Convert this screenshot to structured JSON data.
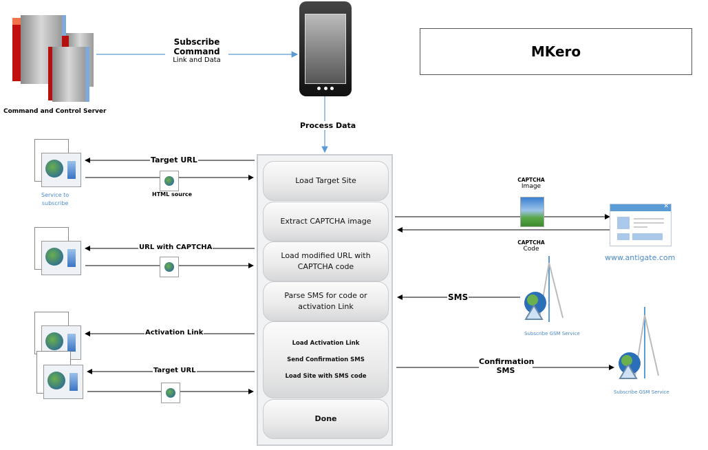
{
  "title": "MKero",
  "server": {
    "label": "Command and Control Server"
  },
  "subscribe": {
    "title_line1": "Subscribe",
    "title_line2": "Command",
    "subtitle": "Link and Data"
  },
  "phone": {
    "process_label": "Process Data"
  },
  "left_flows": [
    {
      "service_label_line1": "Service to",
      "service_label_line2": "subscribe",
      "out_label": "Target URL",
      "in_label": "HTML source"
    },
    {
      "out_label": "URL with CAPTCHA"
    },
    {
      "out_label": "Activation Link"
    },
    {
      "out_label": "Target URL"
    }
  ],
  "steps": [
    {
      "lines": [
        "Load Target Site"
      ]
    },
    {
      "lines": [
        "Extract CAPTCHA image"
      ]
    },
    {
      "lines": [
        "Load modified URL with",
        "CAPTCHA code"
      ]
    },
    {
      "lines": [
        "Parse SMS for code or",
        "activation Link"
      ]
    },
    {
      "lines": [
        "Load Activation Link",
        "Send Confirmation SMS",
        "Load Site with SMS code"
      ]
    },
    {
      "lines": [
        "Done"
      ]
    }
  ],
  "captcha": {
    "image_label_line1": "CAPTCHA",
    "image_label_line2": "Image",
    "code_label_line1": "CAPTCHA",
    "code_label_line2": "Code",
    "service_url": "www.antigate.com"
  },
  "sms": {
    "label": "SMS",
    "tower_label": "Subscribe GSM Service"
  },
  "confirmation": {
    "label_line1": "Confirmation",
    "label_line2": "SMS",
    "tower_label": "Subscribe GSM Service"
  },
  "colors": {
    "connector_blue": "#5b9bd5",
    "link_blue": "#4a8ac9",
    "server_red": "#d11a1a"
  }
}
